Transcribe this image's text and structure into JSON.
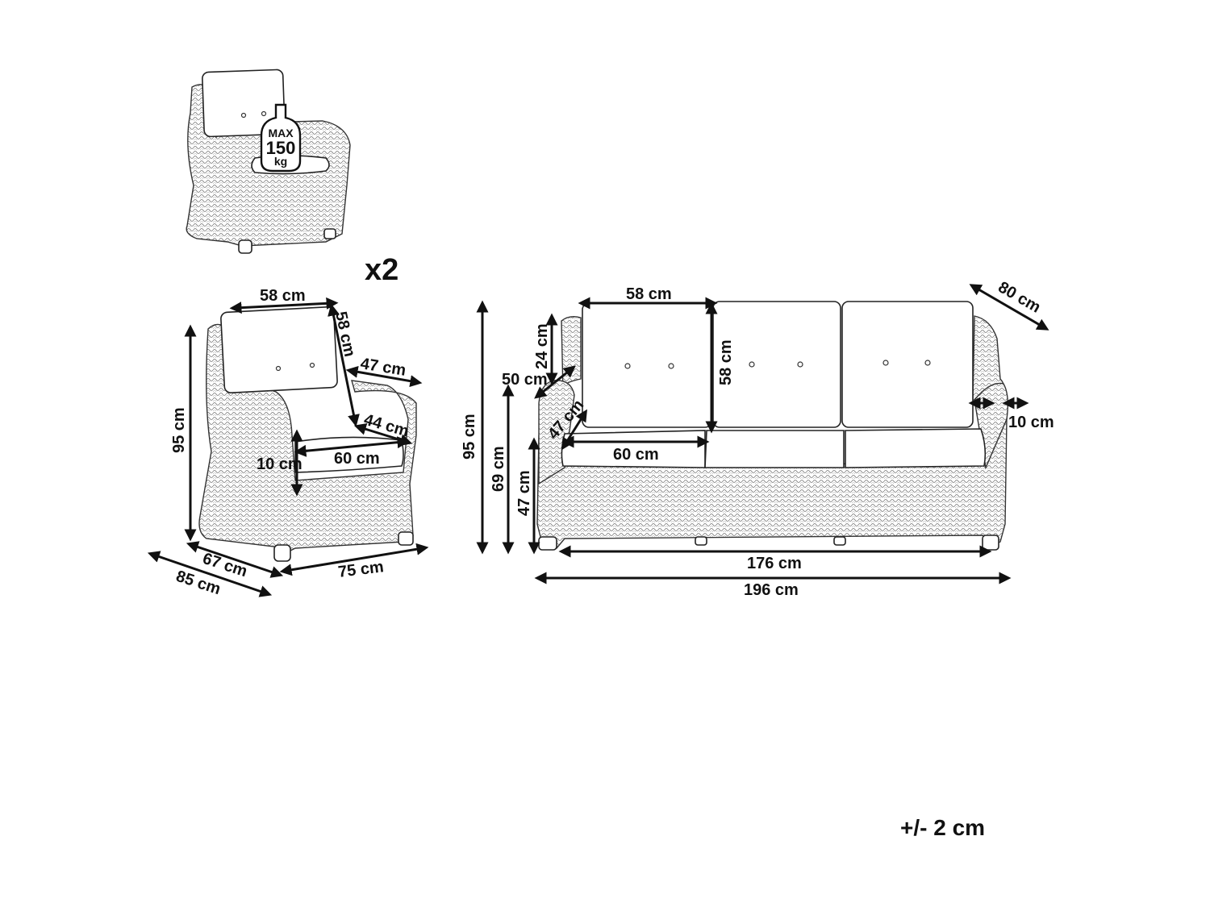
{
  "armchair": {
    "quantity": "x2",
    "badge": {
      "top": "MAX",
      "value": "150",
      "unit": "kg"
    },
    "dimensions": {
      "back_width": "58 cm",
      "back_height": "58 cm",
      "arm_depth": "47 cm",
      "seat_depth": "44 cm",
      "total_height": "95 cm",
      "seat_width": "60 cm",
      "cushion_thickness": "10 cm",
      "seat_depth_inner": "67 cm",
      "total_depth": "85 cm",
      "total_width": "75 cm"
    }
  },
  "sofa": {
    "dimensions": {
      "back_width": "58 cm",
      "depth": "80 cm",
      "arm_height": "24 cm",
      "back_height": "58 cm",
      "arm_offset": "50 cm",
      "seat_depth": "47 cm",
      "seat_width": "60 cm",
      "arm_width": "10 cm",
      "total_height": "95 cm",
      "back_top_height": "69 cm",
      "seat_height": "47 cm",
      "inner_width": "176 cm",
      "total_width": "196 cm"
    }
  },
  "tolerance": "+/- 2 cm"
}
